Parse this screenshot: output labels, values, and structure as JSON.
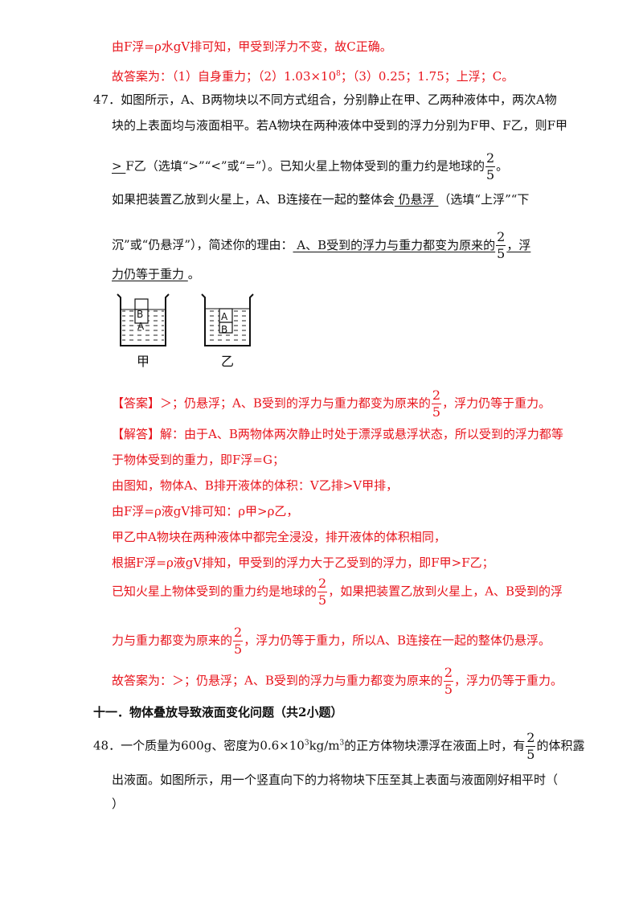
{
  "frac": {
    "num": "2",
    "den": "5"
  },
  "top": {
    "l1": "由F浮=ρ水gV排可知，甲受到浮力不变，故C正确。",
    "l2a": "故答案为：（1）自身重力；（2）1.03×10",
    "l2sup": "8",
    "l2b": "；（3）0.25；1.75；上浮；C。"
  },
  "q47": {
    "l1": "47．如图所示，A、B两物块以不同方式组合，分别静止在甲、乙两种液体中，两次A物",
    "l2": "块的上表面均与液面相平。若A物块在两种液体中受到的浮力分别为F甲、F乙，则F甲",
    "l3blank": "  >  ",
    "l3a": "F乙（选填“>”“<”或“=”）。已知火星上物体受到的重力约是地球的",
    "l3b": "。",
    "l4a": "如果把装置乙放到火星上，A、B连接在一起的整体会",
    "l4blank": "  仍悬浮  ",
    "l4b": "（选填“上浮”“下",
    "l5a": "沉”或“仍悬浮”），简述你的理由：",
    "l5blank": "  A、B受到的浮力与重力都变为原来的",
    "l5blank2": "，浮",
    "l6blank": "力仍等于重力  ",
    "l6b": "。"
  },
  "figure": {
    "label_jia": "甲",
    "label_yi": "乙",
    "block_a": "A",
    "block_b": "B"
  },
  "answer": {
    "tag": "【答案】",
    "text_a": "＞；仍悬浮；A、B受到的浮力与重力都变为原来的",
    "text_b": "，浮力仍等于重力。"
  },
  "analysis": {
    "tag": "【解答】",
    "l1": "解：由于A、B两物体两次静止时处于漂浮或悬浮状态，所以受到的浮力都等",
    "l2": "于物体受到的重力，即F浮=G；",
    "l3": "由图知，物体A、B排开液体的体积：V乙排>V甲排，",
    "l4": "由F浮=ρ液gV排可知：ρ甲>ρ乙，",
    "l5": "甲乙中A物块在两种液体中都完全浸没，排开液体的体积相同，",
    "l6": "根据F浮=ρ液gV排知，甲受到的浮力大于乙受到的浮力，即F甲>F乙；",
    "l7a": "已知火星上物体受到的重力约是地球的",
    "l7b": "，如果把装置乙放到火星上，A、B受到的浮",
    "l8a": "力与重力都变为原来的",
    "l8b": "，浮力仍等于重力，所以A、B连接在一起的整体仍悬浮。",
    "l9a": "故答案为：＞；仍悬浮；A、B受到的浮力与重力都变为原来的",
    "l9b": "，浮力仍等于重力。"
  },
  "section": {
    "title": "十一．物体叠放导致液面变化问题（共2小题）"
  },
  "q48": {
    "l1a": "48．一个质量为600g、密度为0.6×10",
    "l1sup": "3",
    "l1b": "kg/m",
    "l1sup2": "3",
    "l1c": "的正方体物块漂浮在液面上时，有",
    "l1d": "的体积露",
    "l2": "出液面。如图所示，用一个竖直向下的力将物块下压至其上表面与液面刚好相平时（",
    "l3": "）"
  }
}
